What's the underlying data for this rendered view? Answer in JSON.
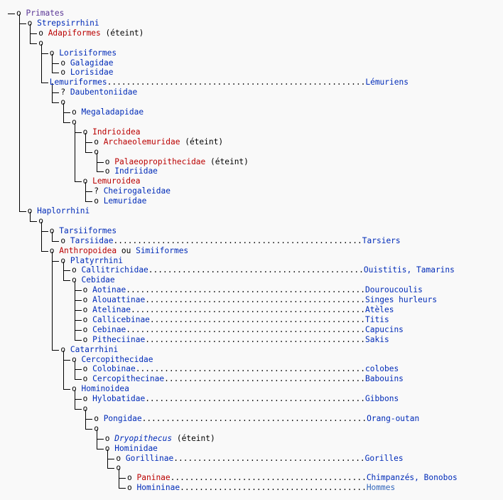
{
  "rows": [
    {
      "name": "Primates",
      "level": 0,
      "marker": "o",
      "style": "purple"
    },
    {
      "name": "Strepsirrhini",
      "level": 1,
      "marker": "o",
      "style": "blue"
    },
    {
      "name": "Adapiformes",
      "level": 2,
      "marker": "o",
      "style": "red",
      "suffix": " (éteint)"
    },
    {
      "name": "",
      "level": 2,
      "marker": "o"
    },
    {
      "name": "Lorisiformes",
      "level": 3,
      "marker": "o",
      "style": "blue"
    },
    {
      "name": "Galagidae",
      "level": 4,
      "marker": "o",
      "style": "blue"
    },
    {
      "name": "Lorisidae",
      "level": 4,
      "marker": "o",
      "style": "blue"
    },
    {
      "name": "Lemuriformes",
      "level": 3,
      "marker": "",
      "style": "blue",
      "common": "Lémuriens",
      "common_style": "blue"
    },
    {
      "name": "Daubentoniidae",
      "level": 4,
      "marker": "?",
      "style": "blue"
    },
    {
      "name": "",
      "level": 4,
      "marker": "o"
    },
    {
      "name": "Megaladapidae",
      "level": 5,
      "marker": "o",
      "style": "blue"
    },
    {
      "name": "",
      "level": 5,
      "marker": "o"
    },
    {
      "name": "Indrioidea",
      "level": 6,
      "marker": "o",
      "style": "red"
    },
    {
      "name": "Archaeolemuridae",
      "level": 7,
      "marker": "o",
      "style": "red",
      "suffix": " (éteint)"
    },
    {
      "name": "",
      "level": 7,
      "marker": "o"
    },
    {
      "name": "Palaeopropithecidae",
      "level": 8,
      "marker": "o",
      "style": "red",
      "suffix": " (éteint)"
    },
    {
      "name": "Indriidae",
      "level": 8,
      "marker": "o",
      "style": "blue"
    },
    {
      "name": "Lemuroidea",
      "level": 6,
      "marker": "o",
      "style": "red"
    },
    {
      "name": "Cheirogaleidae",
      "level": 7,
      "marker": "?",
      "style": "blue"
    },
    {
      "name": "Lemuridae",
      "level": 7,
      "marker": "o",
      "style": "blue"
    },
    {
      "name": "Haplorrhini",
      "level": 1,
      "marker": "o",
      "style": "blue"
    },
    {
      "name": "",
      "level": 2,
      "marker": "o"
    },
    {
      "name": "Tarsiiformes",
      "level": 3,
      "marker": "o",
      "style": "blue"
    },
    {
      "name": "Tarsiidae",
      "level": 4,
      "marker": "o",
      "style": "blue",
      "common": "Tarsiers",
      "common_style": "blue"
    },
    {
      "name": "Anthropoidea",
      "level": 3,
      "marker": "o",
      "style": "red",
      "suffix": " ou ",
      "suffix2": "Simiiformes",
      "suffix2_style": "blue"
    },
    {
      "name": "Platyrrhini",
      "level": 4,
      "marker": "o",
      "style": "blue"
    },
    {
      "name": "Callitrichidae",
      "level": 5,
      "marker": "o",
      "style": "blue",
      "common": "Ouistitis, Tamarins",
      "common_style": "blue"
    },
    {
      "name": "Cebidae",
      "level": 5,
      "marker": "o",
      "style": "blue"
    },
    {
      "name": "Aotinae",
      "level": 6,
      "marker": "o",
      "style": "blue",
      "common": "Douroucoulis",
      "common_style": "blue"
    },
    {
      "name": "Alouattinae",
      "level": 6,
      "marker": "o",
      "style": "blue",
      "common": "Singes hurleurs",
      "common_style": "blue"
    },
    {
      "name": "Atelinae",
      "level": 6,
      "marker": "o",
      "style": "blue",
      "common": "Atèles",
      "common_style": "blue"
    },
    {
      "name": "Callicebinae",
      "level": 6,
      "marker": "o",
      "style": "blue",
      "common": "Titis",
      "common_style": "blue"
    },
    {
      "name": "Cebinae",
      "level": 6,
      "marker": "o",
      "style": "blue",
      "common": "Capucins",
      "common_style": "blue"
    },
    {
      "name": "Pitheciinae",
      "level": 6,
      "marker": "o",
      "style": "blue",
      "common": "Sakis",
      "common_style": "blue"
    },
    {
      "name": "Catarrhini",
      "level": 4,
      "marker": "o",
      "style": "blue"
    },
    {
      "name": "Cercopithecidae",
      "level": 5,
      "marker": "o",
      "style": "blue"
    },
    {
      "name": "Colobinae",
      "level": 6,
      "marker": "o",
      "style": "blue",
      "common": "colobes",
      "common_style": "blue"
    },
    {
      "name": "Cercopithecinae",
      "level": 6,
      "marker": "o",
      "style": "blue",
      "common": "Babouins",
      "common_style": "blue"
    },
    {
      "name": "Hominoidea",
      "level": 5,
      "marker": "o",
      "style": "blue"
    },
    {
      "name": "Hylobatidae",
      "level": 6,
      "marker": "o",
      "style": "blue",
      "common": "Gibbons",
      "common_style": "blue"
    },
    {
      "name": "",
      "level": 6,
      "marker": "o"
    },
    {
      "name": "Pongidae",
      "level": 7,
      "marker": "o",
      "style": "blue",
      "common": "Orang-outan",
      "common_style": "blue"
    },
    {
      "name": "",
      "level": 7,
      "marker": "o"
    },
    {
      "name": "Dryopithecus",
      "level": 8,
      "marker": "o",
      "style": "blue",
      "italic": true,
      "suffix": " (éteint)"
    },
    {
      "name": "Hominidae",
      "level": 8,
      "marker": "o",
      "style": "blue"
    },
    {
      "name": "Gorillinae",
      "level": 9,
      "marker": "o",
      "style": "blue",
      "common": "Gorilles",
      "common_style": "blue"
    },
    {
      "name": "",
      "level": 9,
      "marker": "o"
    },
    {
      "name": "Paninae",
      "level": 10,
      "marker": "o",
      "style": "red",
      "common": "Chimpanzés, Bonobos",
      "common_style": "blue"
    },
    {
      "name": "Homininae",
      "level": 10,
      "marker": "o",
      "style": "blue",
      "common": "Hommes",
      "common_style": "light"
    }
  ]
}
